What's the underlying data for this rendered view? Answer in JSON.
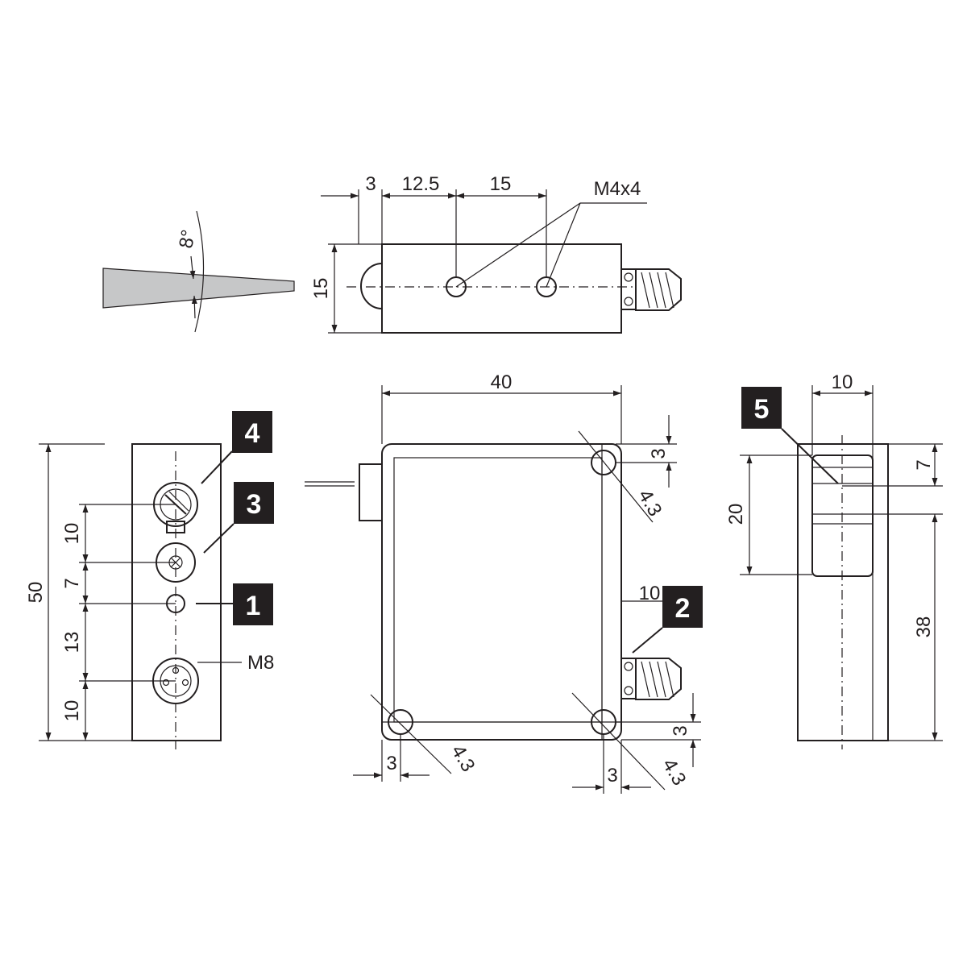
{
  "dimensions": {
    "top_offset": "3",
    "top_hole1": "12.5",
    "top_hole2": "15",
    "thread_spec": "M4x4",
    "top_height": "15",
    "beam_angle": "8°",
    "front_width": "40",
    "corner_offset": "3",
    "hole_diameter": "4.3",
    "connector_offset": "10",
    "side_height": "50",
    "side_pitch_1": "10",
    "side_pitch_2": "7",
    "side_pitch_3": "13",
    "side_pitch_4": "10",
    "connector_type": "M8",
    "right_width": "10",
    "right_window": "20",
    "right_top": "7",
    "right_lower": "38"
  },
  "callouts": [
    "1",
    "2",
    "3",
    "4",
    "5"
  ],
  "colors": {
    "line": "#231f20",
    "beam_fill": "#c6c7c8",
    "callout_bg": "#231f20",
    "callout_text": "#ffffff"
  }
}
